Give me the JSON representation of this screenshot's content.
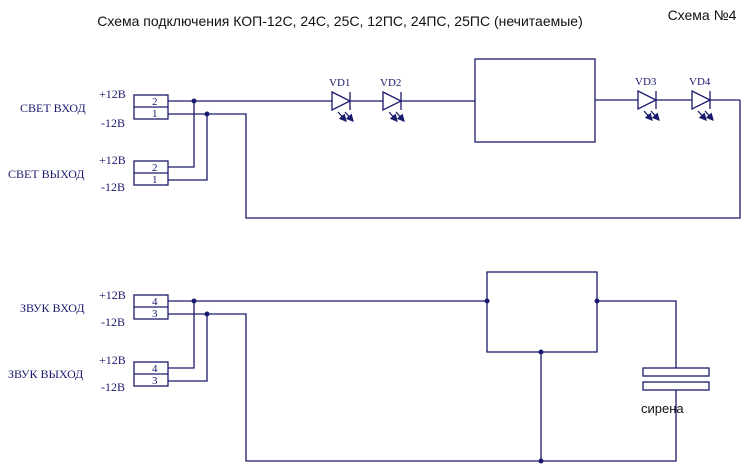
{
  "title": "Схема подключения КОП-12С, 24С, 25С, 12ПС, 24ПС, 25ПС (нечитаемые)",
  "scheme_number": "Схема №4",
  "light_section": {
    "input_label": "СВЕТ ВХОД",
    "output_label": "СВЕТ ВЫХОД",
    "input_plus": "+12В",
    "input_minus": "-12В",
    "output_plus": "+12В",
    "output_minus": "-12В",
    "input_pins": [
      "2",
      "1"
    ],
    "output_pins": [
      "2",
      "1"
    ],
    "leds": [
      "VD1",
      "VD2",
      "VD3",
      "VD4"
    ]
  },
  "sound_section": {
    "input_label": "ЗВУК ВХОД",
    "output_label": "ЗВУК ВЫХОД",
    "input_plus": "+12В",
    "input_minus": "-12В",
    "output_plus": "+12В",
    "output_minus": "-12В",
    "input_pins": [
      "4",
      "3"
    ],
    "output_pins": [
      "4",
      "3"
    ],
    "siren_label": "сирена"
  },
  "colors": {
    "wire": "#1a1a6e",
    "text": "#111111",
    "background": "#ffffff"
  }
}
